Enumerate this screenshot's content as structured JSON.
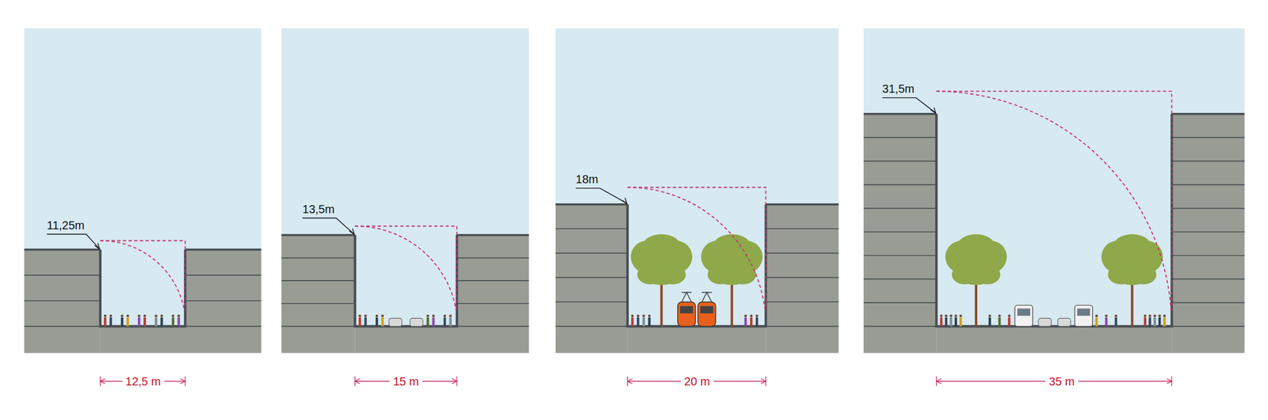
{
  "diagram": {
    "labels": [
      "11,25m",
      "12,5 m",
      "13,5m",
      "15 m",
      "18m",
      "20 m",
      "31,5m",
      "35 m"
    ]
  }
}
